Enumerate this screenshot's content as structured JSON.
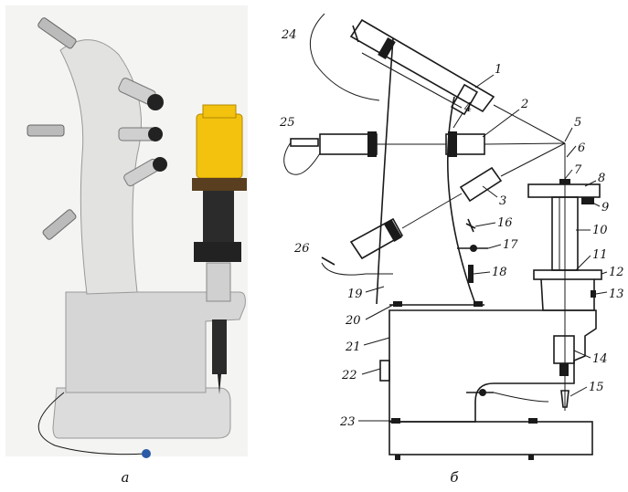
{
  "captions": {
    "left": "а",
    "right": "б"
  },
  "labels": [
    "1",
    "2",
    "3",
    "4",
    "5",
    "6",
    "7",
    "8",
    "9",
    "10",
    "11",
    "12",
    "13",
    "14",
    "15",
    "16",
    "17",
    "18",
    "19",
    "20",
    "21",
    "22",
    "23",
    "24",
    "25",
    "26"
  ]
}
